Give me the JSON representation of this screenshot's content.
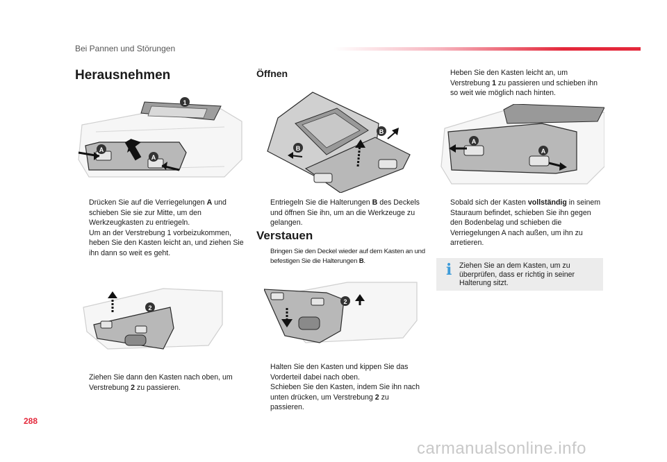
{
  "header": {
    "section": "Bei Pannen und Störungen"
  },
  "page_number": "288",
  "watermark": "carmanualsonline.info",
  "col1": {
    "title": "Herausnehmen",
    "steps_top": [
      {
        "pre": "Drücken Sie auf die Verriegelungen ",
        "bold": "A",
        "post": " und schieben Sie sie zur Mitte, um den Werkzeugkasten zu entriegeln."
      },
      {
        "pre": "Um an der Verstrebung 1 vorbeizukommen, heben Sie den Kasten leicht an, und ziehen Sie ihn dann so weit es geht.",
        "bold": "",
        "post": ""
      }
    ],
    "steps_bottom": [
      {
        "pre": "Ziehen Sie dann den Kasten nach oben, um Verstrebung ",
        "bold": "2",
        "post": " zu passieren."
      }
    ]
  },
  "col2": {
    "title_open": "Öffnen",
    "steps_open": [
      {
        "pre": "Entriegeln Sie die Halterungen ",
        "bold": "B",
        "post": " des Deckels und öffnen Sie ihn, um an die Werkzeuge zu gelangen."
      }
    ],
    "title_store": "Verstauen",
    "steps_store": [
      {
        "pre": "Bringen Sie den Deckel wieder auf dem Kasten an und befestigen Sie die Halterungen ",
        "bold": "B",
        "post": "."
      }
    ],
    "steps_bottom": [
      {
        "pre": "Halten Sie den Kasten und kippen Sie das Vorderteil dabei nach oben.",
        "bold": "",
        "post": ""
      },
      {
        "pre": "Schieben Sie den Kasten, indem Sie ihn nach unten drücken, um Verstrebung ",
        "bold": "2",
        "post": " zu passieren."
      }
    ]
  },
  "col3": {
    "steps_top": [
      {
        "pre": "Heben Sie den Kasten leicht an, um Verstrebung ",
        "bold": "1",
        "post": " zu passieren und schieben ihn so weit wie möglich nach hinten."
      }
    ],
    "steps_mid": [
      {
        "pre": "Sobald sich der Kasten ",
        "bold": "vollständig",
        "post": " in seinem Stauraum befindet, schieben Sie ihn gegen den Bodenbelag und schieben die Verriegelungen A nach außen, um ihn zu arretieren."
      }
    ],
    "info": "Ziehen Sie an dem Kasten, um zu überprüfen, dass er richtig in seiner Halterung sitzt."
  },
  "markers": {
    "a": "A",
    "b": "B",
    "one": "1",
    "two": "2"
  },
  "colors": {
    "accent": "#e4283b",
    "info": "#3d9bd9",
    "line": "#2a2a2a",
    "fill": "#b8b8b8"
  },
  "bullet": "",
  "info_icon": "i"
}
